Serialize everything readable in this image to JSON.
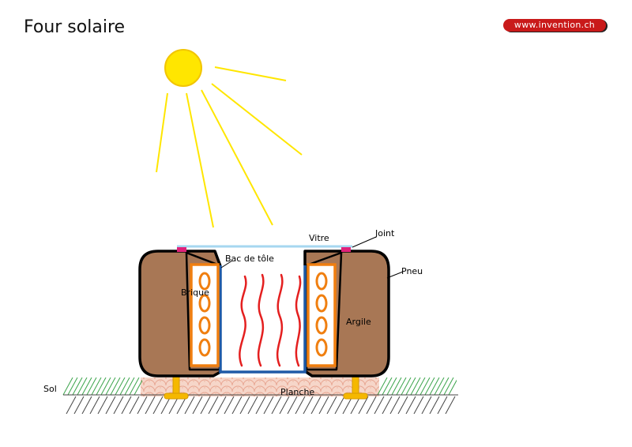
{
  "title": "Four solaire",
  "brand": "www.invention.ch",
  "labels": {
    "vitre": "Vitre",
    "joint": "Joint",
    "bac": "Bac de tôle",
    "pneu": "Pneu",
    "brique": "Brique",
    "argile": "Argile",
    "sol": "Sol",
    "planche": "Planche"
  },
  "colors": {
    "sun": "#ffe600",
    "sun_outline": "#f2c500",
    "tire_fill": "#a87755",
    "brick_frame": "#f07f10",
    "tray": "#1f5aa6",
    "heat_waves": "#e41f1f",
    "glass": "#a6d7f0",
    "joint": "#e0217a",
    "grass": "#3aa34a",
    "soil": "#444444",
    "feet": "#f5b800",
    "plank": "#f3c8b7"
  }
}
